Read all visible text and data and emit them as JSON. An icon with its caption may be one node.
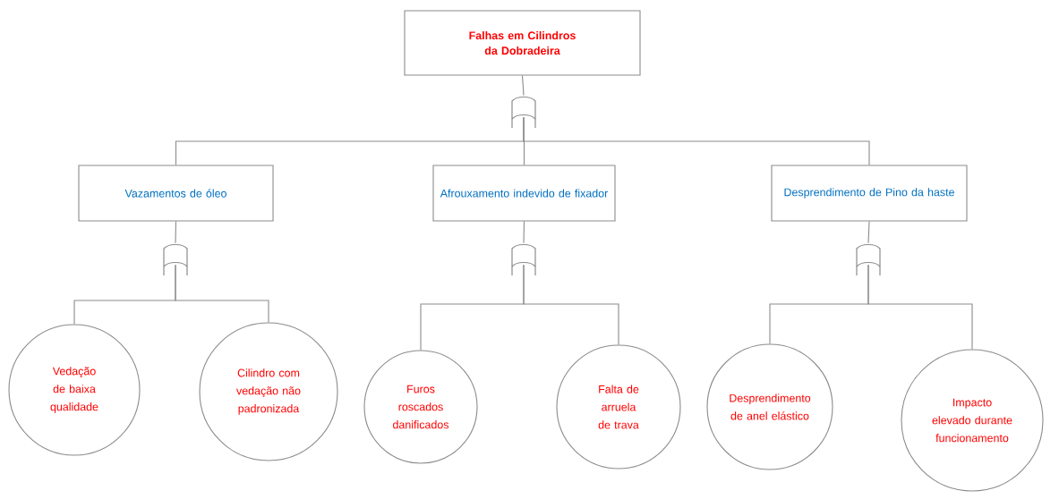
{
  "diagram": {
    "nodes": [
      {
        "text": [
          "Falhas em Cilindros da Dobradeira"
        ]
      },
      {
        "text": [],
        "shape": "gate"
      },
      {
        "text": [
          "Vazamentos de óleo"
        ]
      },
      {
        "text": [
          "Afrouxamento indevido de fixador"
        ]
      },
      {
        "text": [
          "Desprendimento de Pino da haste"
        ]
      },
      {
        "text": [],
        "shape": "gate"
      },
      {
        "text": [],
        "shape": "gate"
      },
      {
        "text": [],
        "shape": "gate"
      },
      {
        "text": [
          "Vedação de baixa qualidade"
        ]
      },
      {
        "text": [
          "Cilindro com vedação não padronizada"
        ]
      },
      {
        "text": [
          "Furos roscados danificados"
        ]
      },
      {
        "text": [
          "Falta de arruela de trava"
        ]
      },
      {
        "text": [
          "Desprendimento de anel elástico"
        ]
      },
      {
        "text": [
          "Impacto elevado durante funcionamento"
        ]
      }
    ],
    "edges": [
      {
        "from": 0,
        "to": 1,
        "arrow": "none"
      },
      {
        "from": 1,
        "to": 2,
        "arrow": "none"
      },
      {
        "from": 1,
        "to": 3,
        "arrow": "none"
      },
      {
        "from": 1,
        "to": 4,
        "arrow": "none"
      },
      {
        "from": 2,
        "to": 5,
        "arrow": "none"
      },
      {
        "from": 3,
        "to": 6,
        "arrow": "none"
      },
      {
        "from": 4,
        "to": 7,
        "arrow": "none"
      },
      {
        "from": 5,
        "to": 8,
        "arrow": "none"
      },
      {
        "from": 5,
        "to": 9,
        "arrow": "none"
      },
      {
        "from": 6,
        "to": 10,
        "arrow": "none"
      },
      {
        "from": 6,
        "to": 11,
        "arrow": "none"
      },
      {
        "from": 7,
        "to": 12,
        "arrow": "none"
      },
      {
        "from": 7,
        "to": 13,
        "arrow": "none"
      }
    ]
  }
}
